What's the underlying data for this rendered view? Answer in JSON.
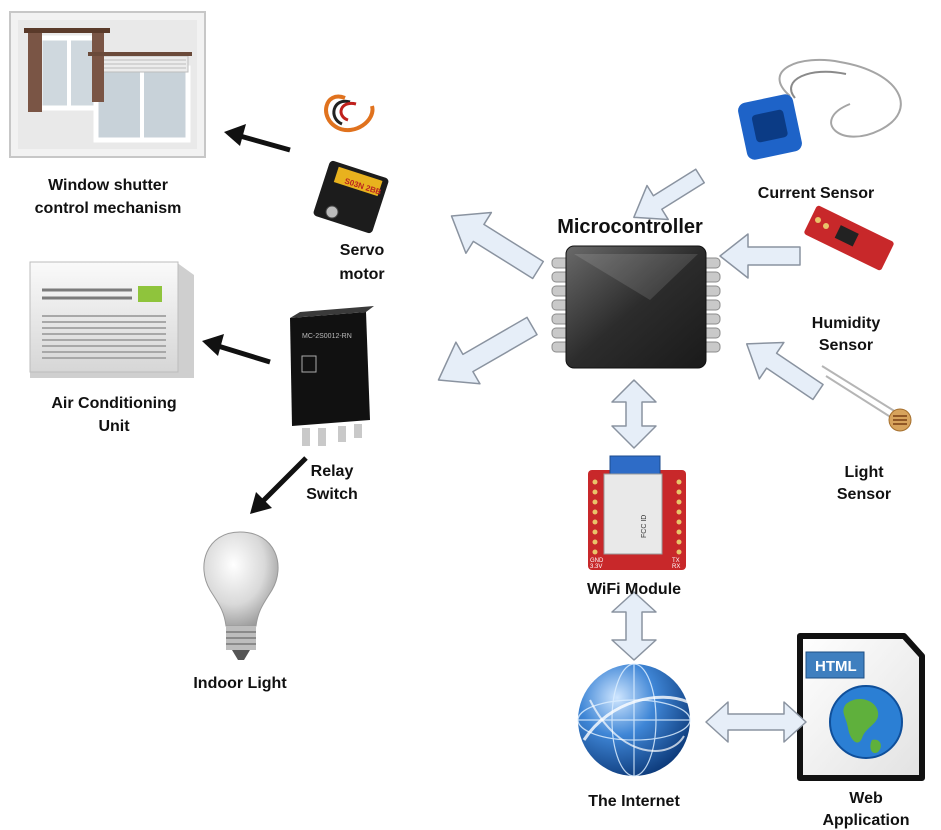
{
  "title": "Microcontroller",
  "components": {
    "window_shutter": {
      "line1": "Window shutter",
      "line2": "control mechanism"
    },
    "servo_motor": {
      "line1": "Servo",
      "line2": "motor",
      "label_code": "S03N 2BB"
    },
    "air_conditioning": {
      "line1": "Air Conditioning",
      "line2": "Unit"
    },
    "relay_switch": {
      "line1": "Relay",
      "line2": "Switch",
      "label_code": "MC-2S0012-RN"
    },
    "indoor_light": {
      "line1": "Indoor Light"
    },
    "current_sensor": {
      "line1": "Current Sensor"
    },
    "humidity_sensor": {
      "line1": "Humidity",
      "line2": "Sensor"
    },
    "light_sensor": {
      "line1": "Light",
      "line2": "Sensor"
    },
    "wifi_module": {
      "line1": "WiFi Module",
      "chip_text": "FCC ID",
      "pin_gnd": "GND",
      "pin_33v": "3.3V",
      "pin_tx": "TX",
      "pin_rx": "RX"
    },
    "internet": {
      "line1": "The Internet"
    },
    "web_application": {
      "line1": "Web",
      "line2": "Application",
      "badge": "HTML"
    }
  },
  "colors": {
    "arrow_fill": "#e6eef8",
    "arrow_stroke": "#8a93a0",
    "black_arrow": "#111111",
    "chip_body": "#3a3a3a",
    "pin": "#c9c9c9",
    "sensor_blue": "#1e63c8",
    "board_red": "#c8282a",
    "globe_blue": "#1f5fb5",
    "html_badge": "#3f7fbf"
  }
}
